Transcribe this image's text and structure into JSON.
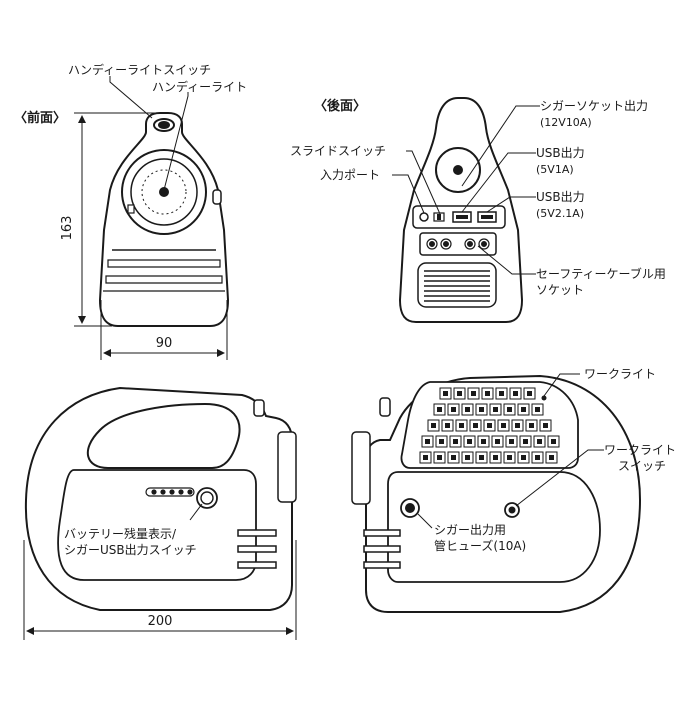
{
  "views": {
    "front_title": "〈前面〉",
    "rear_title": "〈後面〉"
  },
  "dimensions": {
    "height": "163",
    "width_front": "90",
    "width_side": "200"
  },
  "labels": {
    "handy_light_switch": "ハンディーライトスイッチ",
    "handy_light": "ハンディーライト",
    "slide_switch": "スライドスイッチ",
    "input_port": "入力ポート",
    "cigar_socket": "シガーソケット出力",
    "cigar_socket_spec": "(12V10A)",
    "usb1": "USB出力",
    "usb1_spec": "(5V1A)",
    "usb2": "USB出力",
    "usb2_spec": "(5V2.1A)",
    "safety_cable_1": "セーフティーケーブル用",
    "safety_cable_2": "ソケット",
    "work_light": "ワークライト",
    "work_light_switch_1": "ワークライト",
    "work_light_switch_2": "スイッチ",
    "battery_display_1": "バッテリー残量表示/",
    "battery_display_2": "シガーUSB出力スイッチ",
    "fuse_1": "シガー出力用",
    "fuse_2": "管ヒューズ(10A)"
  },
  "colors": {
    "line": "#1a1a1a",
    "fill": "#ffffff",
    "shade": "#d8d8d8"
  }
}
